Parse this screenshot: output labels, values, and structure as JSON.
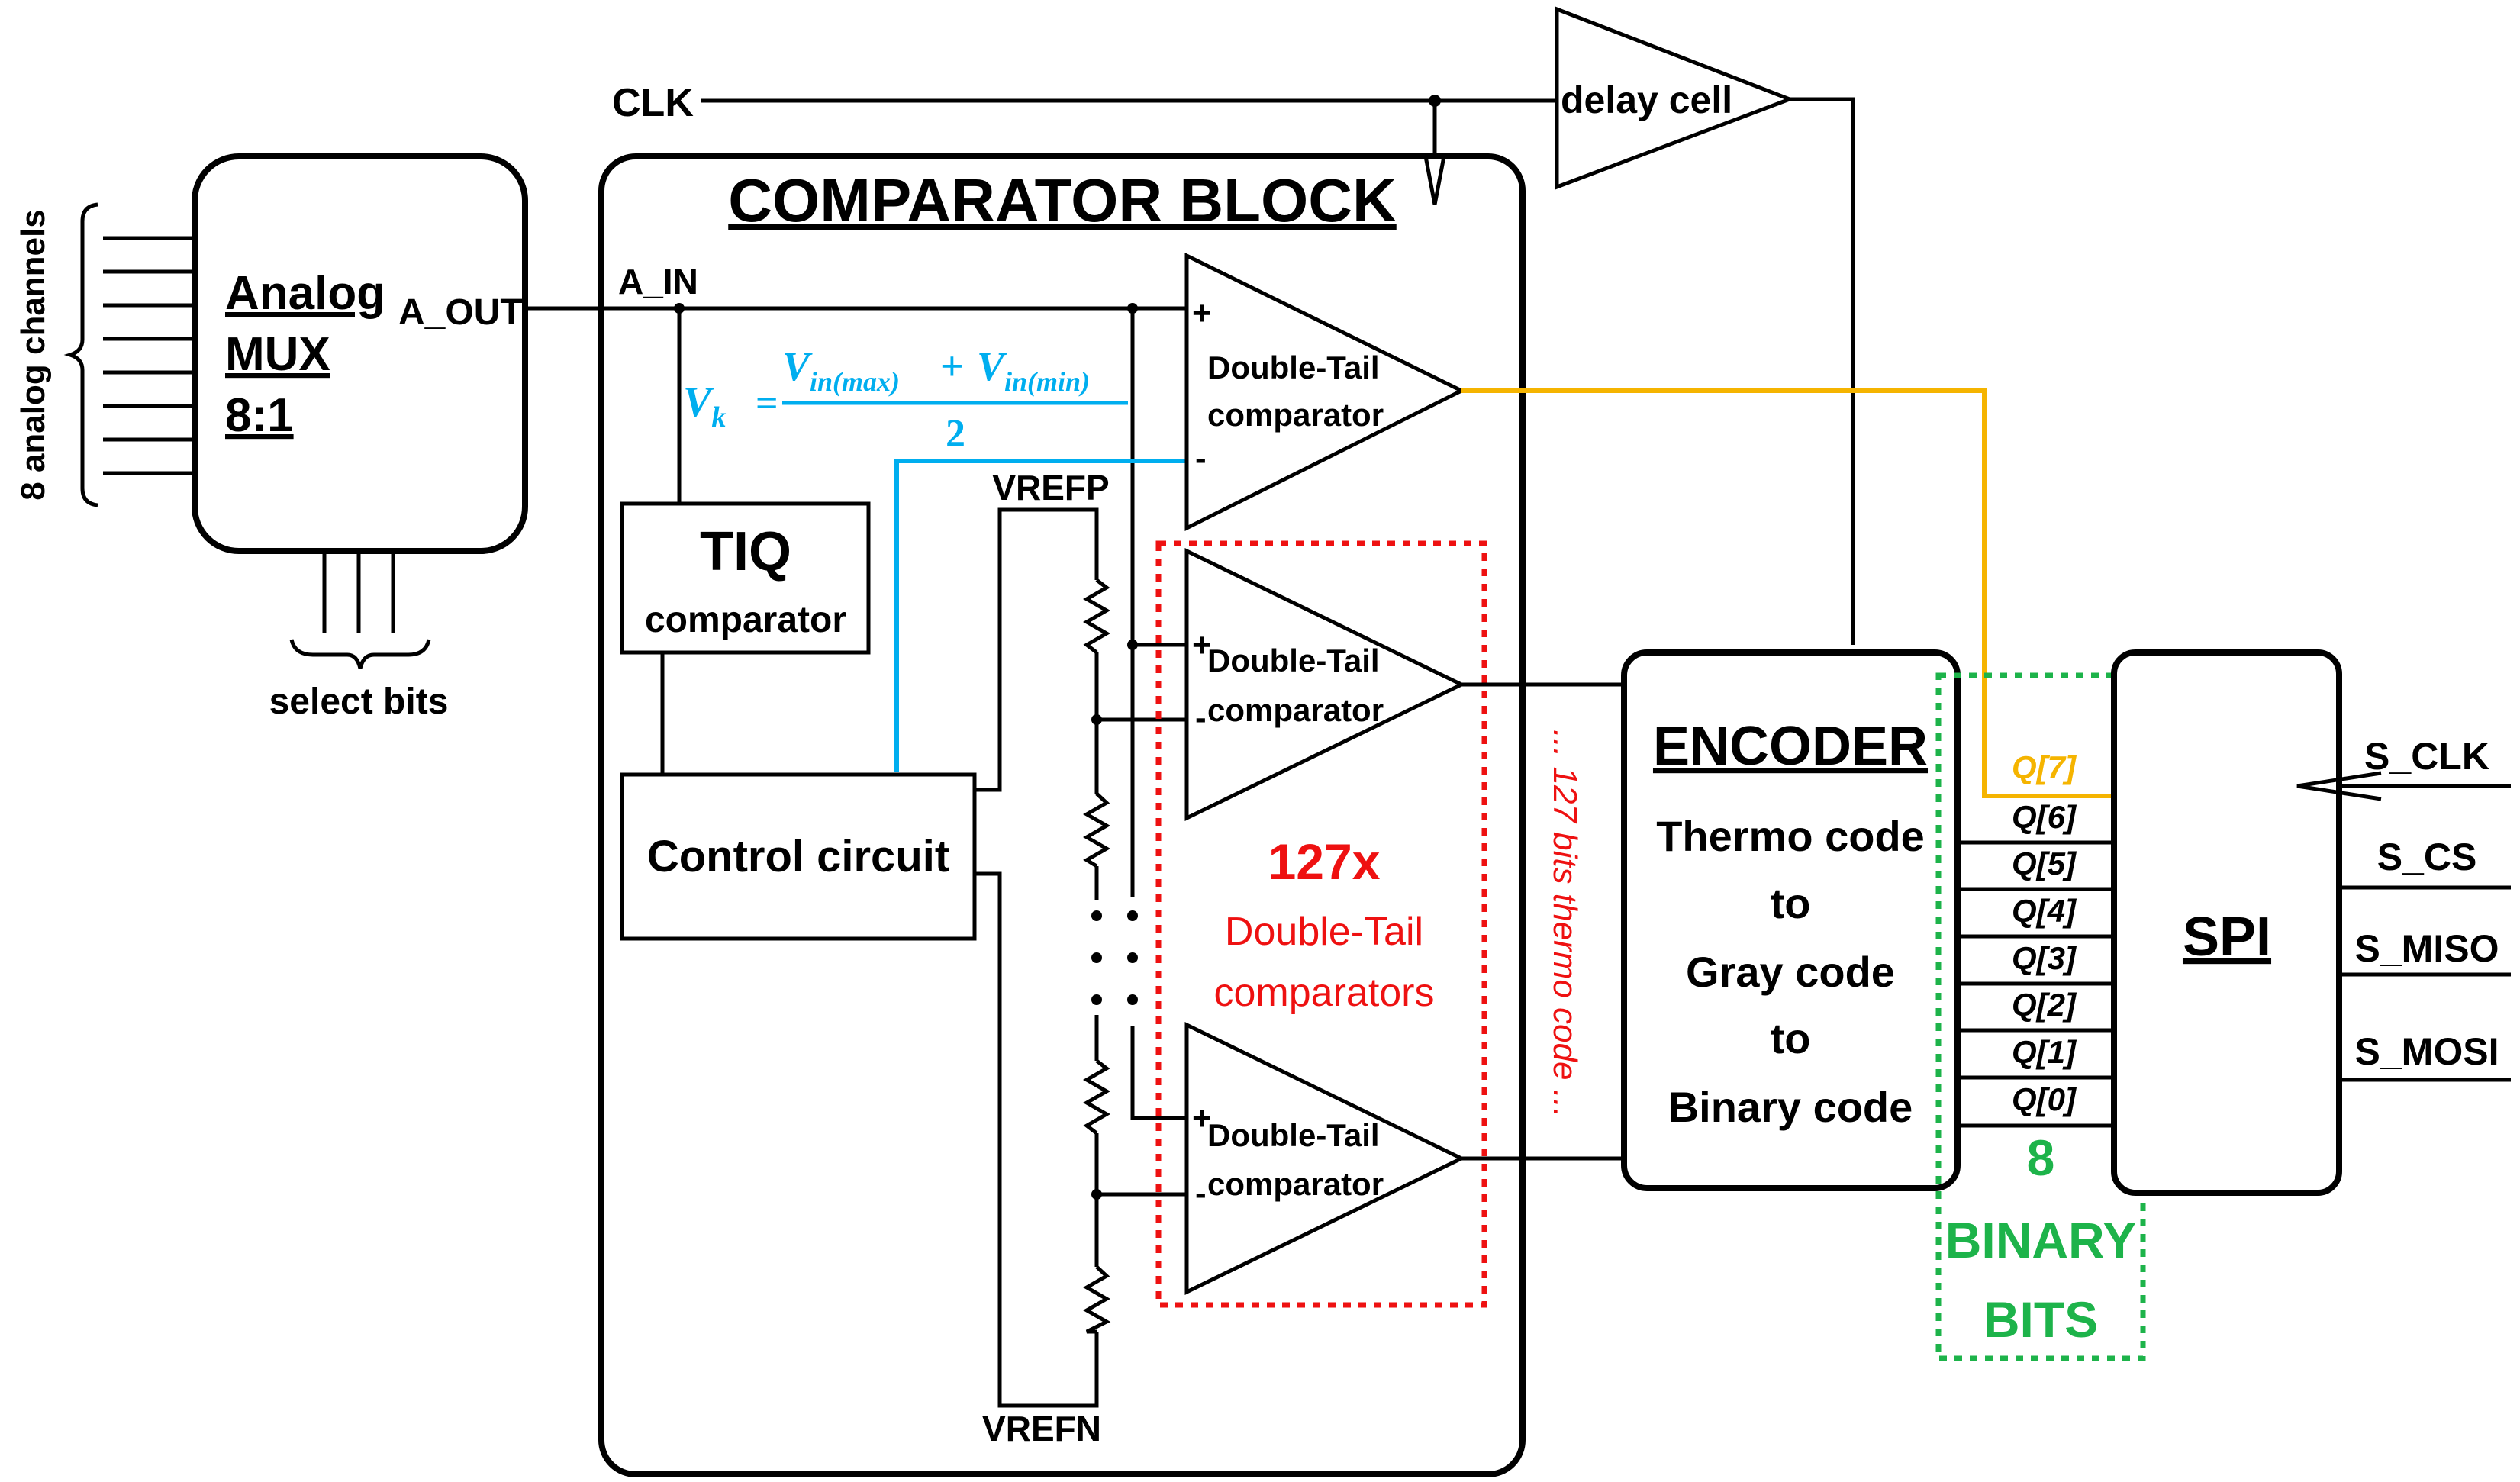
{
  "colors": {
    "line": "#000000",
    "formula": "#00aeef",
    "q7": "#f5b400",
    "red": "#ee1111",
    "green": "#1db34a"
  },
  "mux": {
    "channels_label": "8 analog channels",
    "title_line1": "Analog",
    "title_line2": "MUX",
    "title_line3": "8:1",
    "output_label": "A_OUT",
    "select_label": "select bits"
  },
  "clk_label": "CLK",
  "delay_label": "delay cell",
  "comparator_block": {
    "title": "COMPARATOR BLOCK",
    "ain_label": "A_IN",
    "formula": {
      "lhs_symbol": "V",
      "lhs_sub": "k",
      "equals": "=",
      "num_a": "V",
      "num_a_sub": "in(max)",
      "plus": "+",
      "num_b": "V",
      "num_b_sub": "in(min)",
      "denominator": "2"
    },
    "tiq_title": "TIQ",
    "tiq_sub": "comparator",
    "control_label": "Control circuit",
    "vrefp": "VREFP",
    "vrefn": "VREFN",
    "comp_line1": "Double-Tail",
    "comp_line2": "comparator",
    "plus_sign": "+",
    "minus_sign": "-",
    "count": "127x",
    "array_line1": "Double-Tail",
    "array_line2": "comparators"
  },
  "thermo_label": "... 127 bits thermo code ...",
  "encoder": {
    "title": "ENCODER",
    "line1": "Thermo code",
    "line2": "to",
    "line3": "Gray code",
    "line4": "to",
    "line5": "Binary code"
  },
  "q_bits": [
    "Q[7]",
    "Q[6]",
    "Q[5]",
    "Q[4]",
    "Q[3]",
    "Q[2]",
    "Q[1]",
    "Q[0]"
  ],
  "binary_bits": {
    "line1": "8",
    "line2": "BINARY",
    "line3": "BITS"
  },
  "spi": {
    "title": "SPI",
    "pins": [
      "S_CLK",
      "S_CS",
      "S_MISO",
      "S_MOSI"
    ]
  }
}
